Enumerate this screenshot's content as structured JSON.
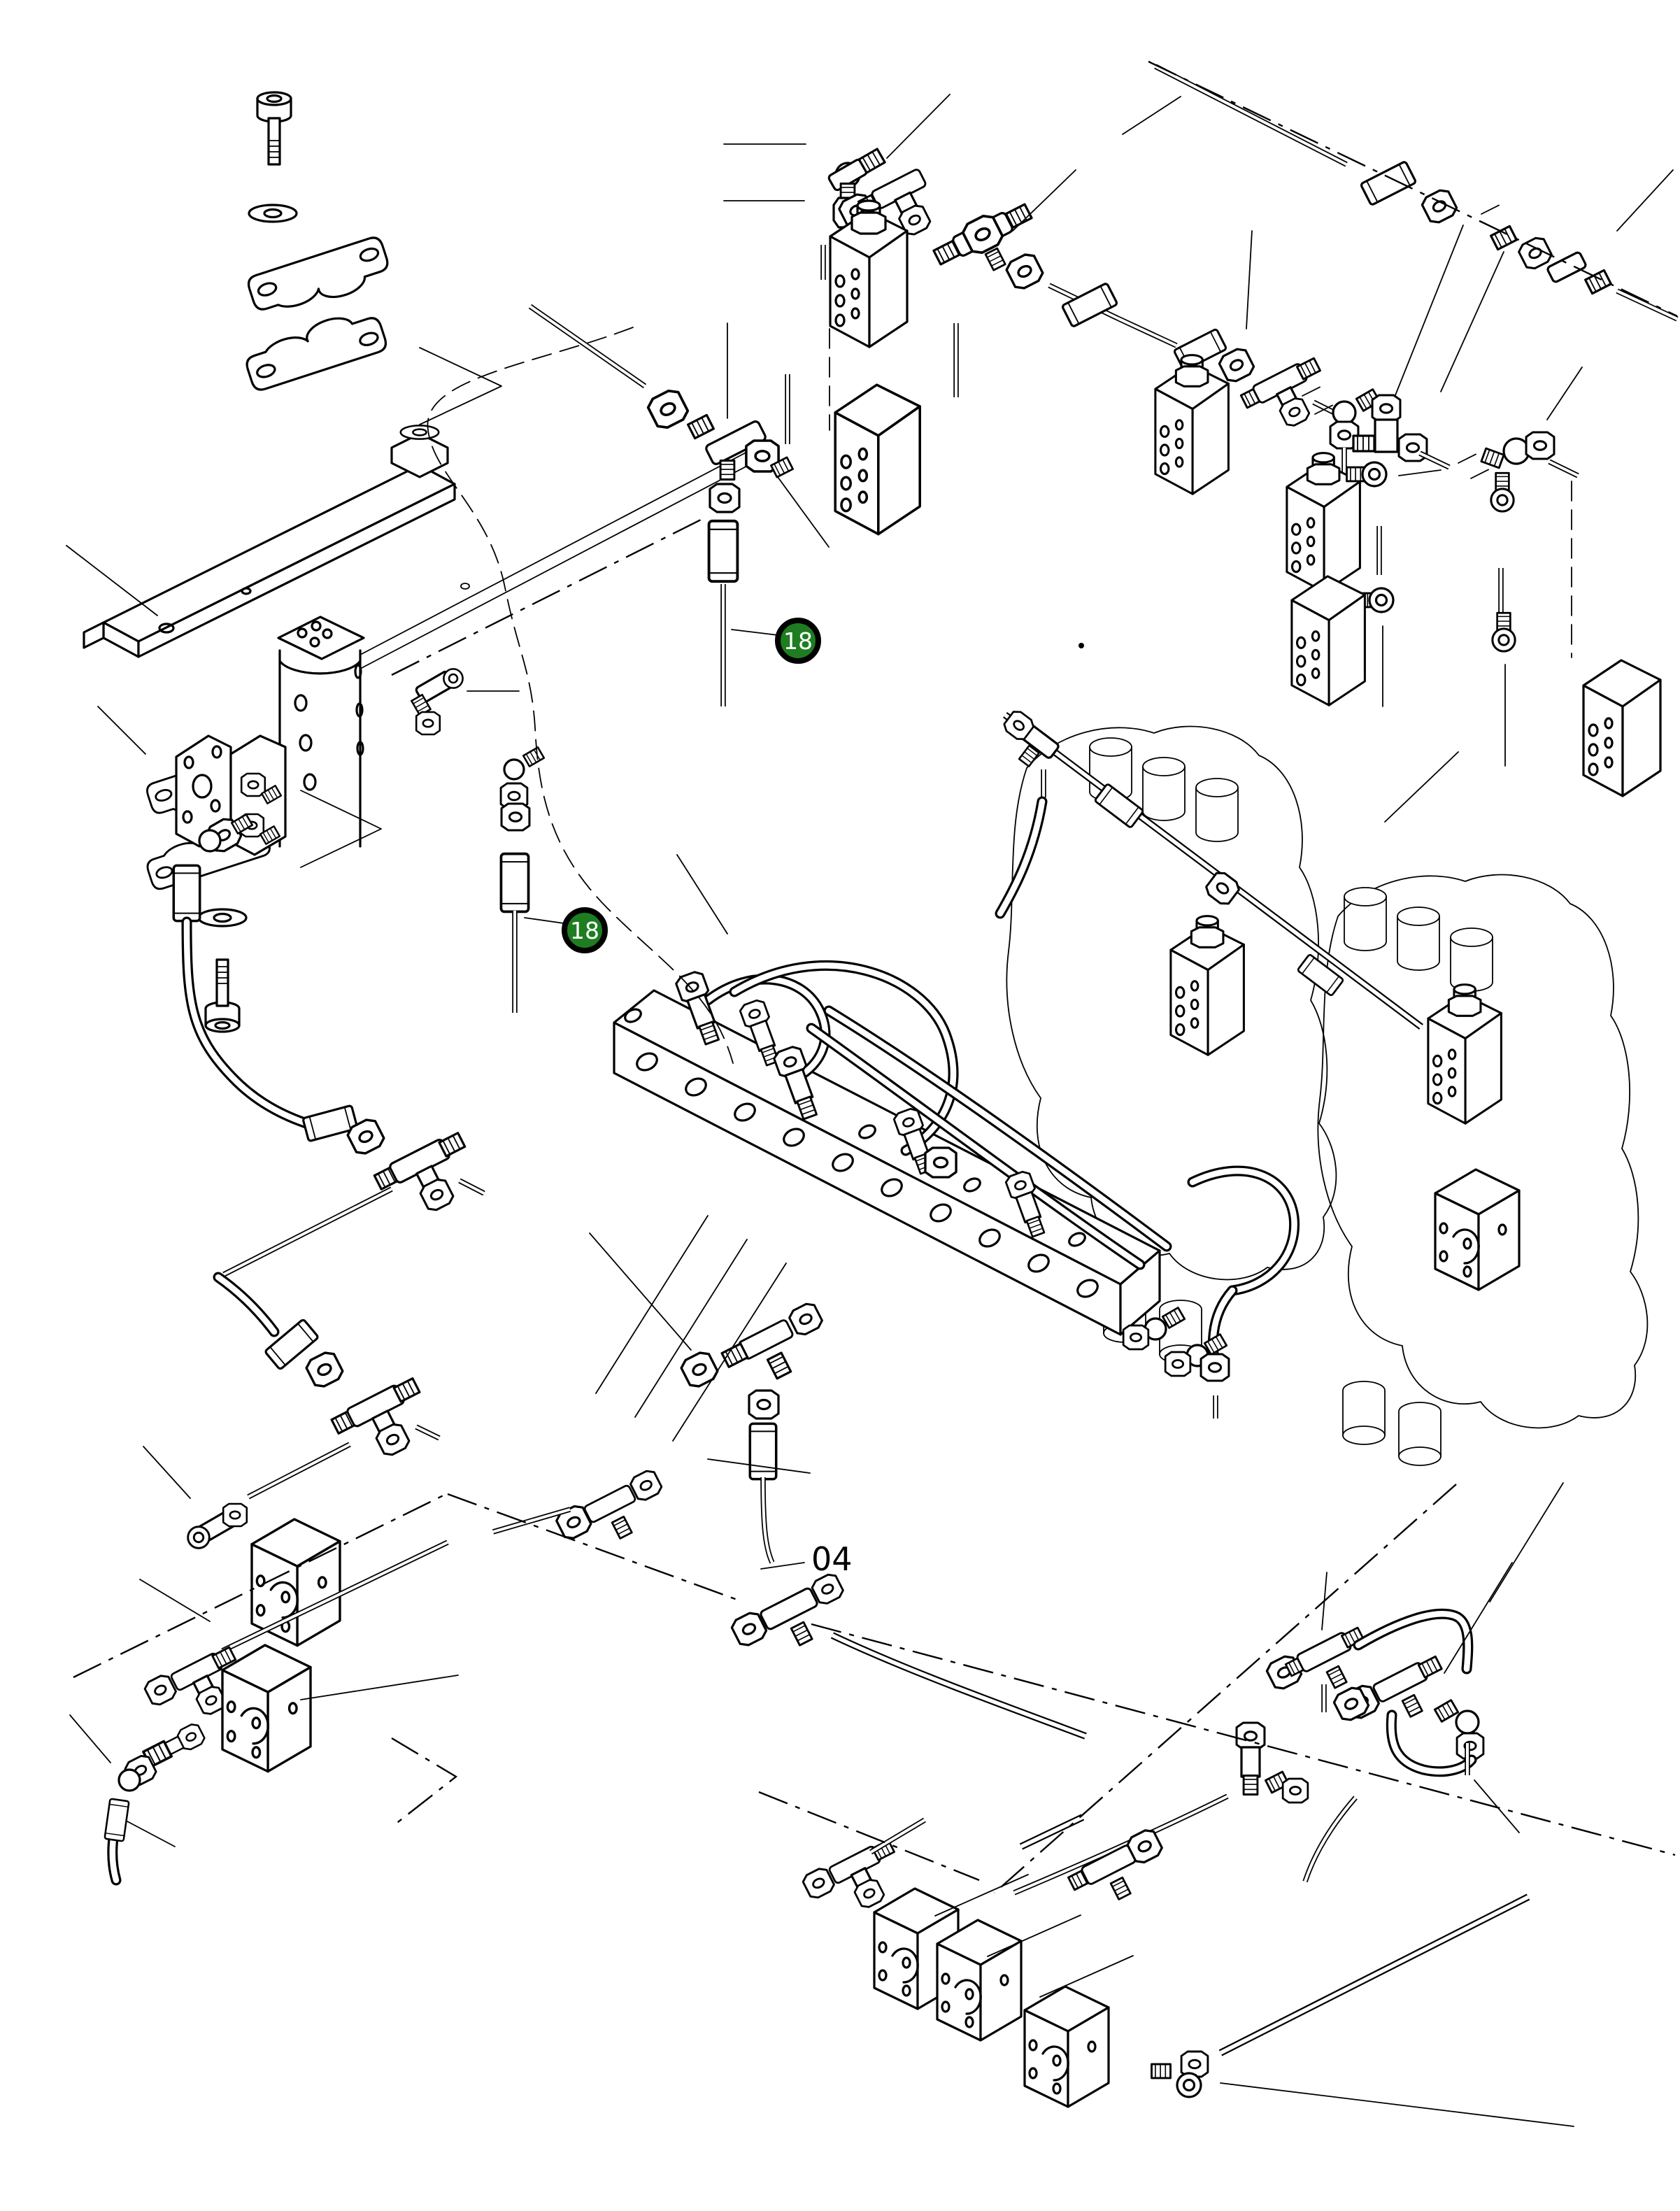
{
  "figure": {
    "type": "exploded-parts-diagram",
    "background_color": "#ffffff",
    "line_color": "#000000"
  },
  "colors": {
    "badge_fill": "#1e7d20",
    "badge_ring": "#000000",
    "badge_text_color": "#ffffff",
    "label_text_color": "#000000"
  },
  "callouts": [
    {
      "id": "badge-18-upper",
      "label": "18"
    },
    {
      "id": "badge-18-lower",
      "label": "18"
    }
  ],
  "labels": [
    {
      "id": "ref-04",
      "text": "04"
    }
  ]
}
